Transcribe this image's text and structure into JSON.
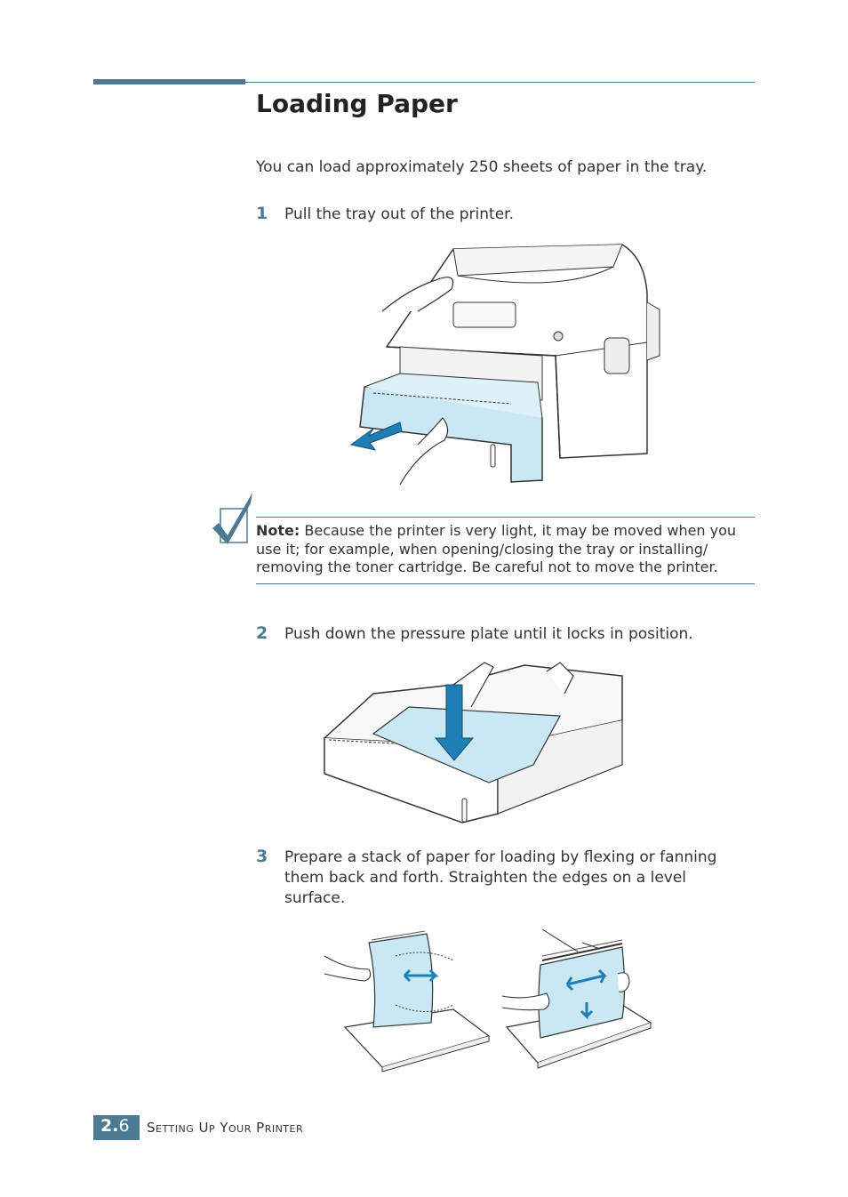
{
  "page": {
    "title": "Loading Paper",
    "intro": "You can load approximately 250 sheets of paper in the tray."
  },
  "steps": [
    {
      "number": "1",
      "text": "Pull the tray out of the printer."
    },
    {
      "number": "2",
      "text": "Push down the pressure plate until it locks in position."
    },
    {
      "number": "3",
      "text_line1": "Prepare a stack of paper for loading by flexing or fanning",
      "text_line2": "them back and forth. Straighten the edges on a level",
      "text_line3": "surface."
    }
  ],
  "note": {
    "label": "Note:",
    "line1": "Because the printer is very light, it may be moved when you",
    "line2": "use it; for example, when opening/closing the tray or installing/",
    "line3": "removing the toner cartridge. Be careful not to move the printer."
  },
  "footer": {
    "chapter": "2.",
    "page": "6",
    "section": "Setting Up Your Printer"
  },
  "colors": {
    "accent": "#4d7a93",
    "illustration_blue": "#c9e8f4",
    "arrow_blue": "#1f7fb5"
  },
  "icons": {
    "note": "checkmark-note-icon"
  }
}
